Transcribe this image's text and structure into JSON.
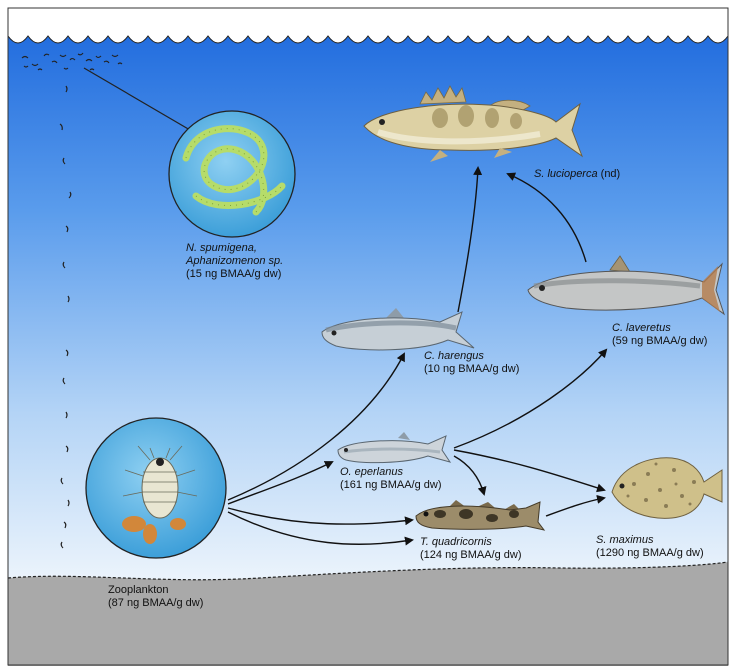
{
  "species": {
    "cyano": {
      "line1": "N. spumigena,",
      "line2": "Aphanizomenon sp.",
      "value": "(15 ng BMAA/g dw)"
    },
    "sander": {
      "name": "S. lucioperca",
      "value": "(nd)"
    },
    "coregonus": {
      "name": "C. laveretus",
      "value": "(59 ng BMAA/g dw)"
    },
    "herring": {
      "name": "C. harengus",
      "value": "(10 ng BMAA/g dw)"
    },
    "smelt": {
      "name": "O. eperlanus",
      "value": "(161 ng BMAA/g dw)"
    },
    "sculpin": {
      "name": "T. quadricornis",
      "value": "(124 ng BMAA/g dw)"
    },
    "turbot": {
      "name": "S. maximus",
      "value": "(1290 ng BMAA/g dw)"
    },
    "zooplankton": {
      "name": "Zooplankton",
      "value": "(87 ng BMAA/g dw)"
    }
  },
  "colors": {
    "water_top": "#1e6fe0",
    "water_bottom": "#e6f1fb",
    "sediment": "#a8a8a8",
    "cyano_filament": "#b6dc6a"
  },
  "icons": [
    "cyanobacteria-filament-icon",
    "zooplankton-amphipod-icon",
    "pikeperch-icon",
    "whitefish-icon",
    "herring-icon",
    "smelt-icon",
    "fourhorn-sculpin-icon",
    "turbot-icon"
  ]
}
